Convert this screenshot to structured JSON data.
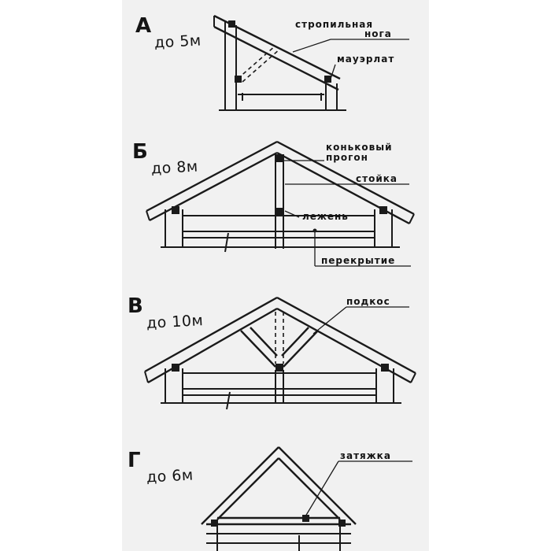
{
  "diagrams": [
    {
      "letter": "А",
      "span": "до 5м",
      "labels": {
        "rafter": "стропильная",
        "rafter2": "нога",
        "wallplate": "мауэрлат"
      }
    },
    {
      "letter": "Б",
      "span": "до 8м",
      "labels": {
        "ridge": "коньковый",
        "ridge2": "прогон",
        "post": "стойка",
        "beam": "лежень",
        "floor": "перекрытие"
      }
    },
    {
      "letter": "В",
      "span": "до 10м",
      "labels": {
        "strut": "подкос"
      }
    },
    {
      "letter": "Г",
      "span": "до 6м",
      "labels": {
        "tie": "затяжка"
      }
    }
  ]
}
